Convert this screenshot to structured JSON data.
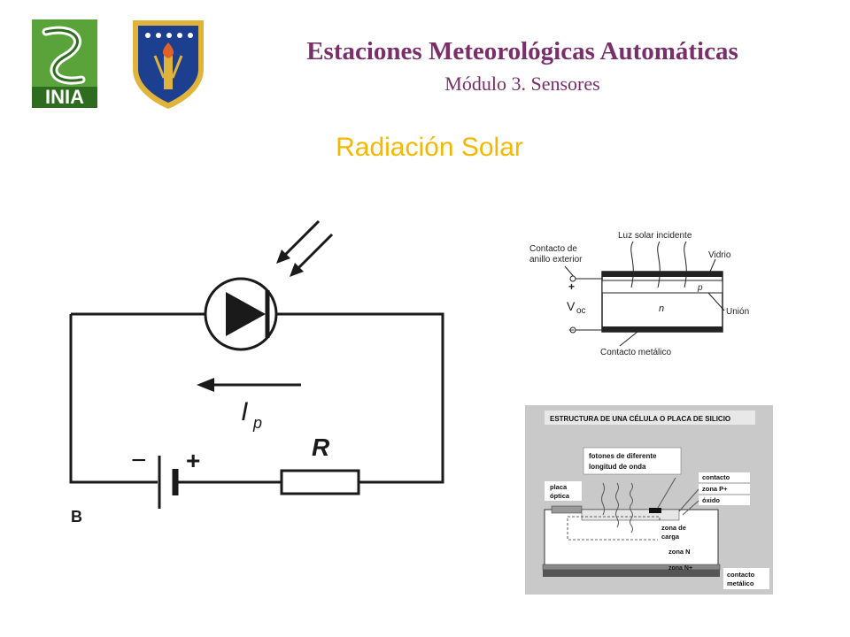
{
  "header": {
    "title": "Estaciones Meteorológicas Automáticas",
    "subtitle": "Módulo 3. Sensores",
    "logo_left_text": "INIA"
  },
  "section_heading": "Radiación Solar",
  "circuit": {
    "current_label": "I",
    "current_subscript": "p",
    "resistor_label": "R",
    "battery_minus": "−",
    "battery_plus": "+",
    "figure_letter": "B"
  },
  "solar_cell_diagram": {
    "incident_light": "Luz solar incidente",
    "ring_contact_line1": "Contacto de",
    "ring_contact_line2": "anillo exterior",
    "glass": "Vidrio",
    "junction": "Unión",
    "metal_contact": "Contacto metálico",
    "voltage_label": "V",
    "voltage_sub": "oc",
    "plus": "+",
    "minus": "−",
    "p_layer": "p",
    "n_layer": "n"
  },
  "silicon_cell": {
    "title": "ESTRUCTURA DE UNA CÉLULA O PLACA DE SILICIO",
    "photons_line1": "fotones de diferente",
    "photons_line2": "longitud de onda",
    "contact": "contacto",
    "zone_p": "zona P+",
    "oxide": "óxido",
    "optical_plate_line1": "placa",
    "optical_plate_line2": "óptica",
    "charge_zone_line1": "zona de",
    "charge_zone_line2": "carga",
    "zone_n": "zona N",
    "zone_n_plus": "zona N+",
    "metal_contact_line1": "contacto",
    "metal_contact_line2": "metálico"
  },
  "colors": {
    "title": "#7a2e6a",
    "heading": "#f3b800",
    "inia_green": "#3f8a2b",
    "shield_blue": "#1c3f8f",
    "shield_gold": "#e0b43a"
  }
}
